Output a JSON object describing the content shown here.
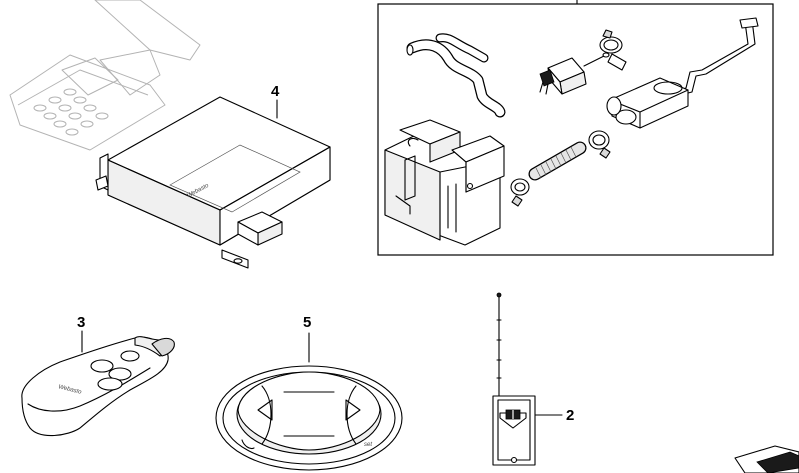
{
  "labels": {
    "control_unit": "4",
    "remote_key": "3",
    "remote_receiver": "2",
    "display_unit": "5"
  },
  "brand_marks": {
    "control_unit": "Webasto",
    "remote_key": "Webasto"
  },
  "display_unit_text": {
    "button_label": "set"
  }
}
